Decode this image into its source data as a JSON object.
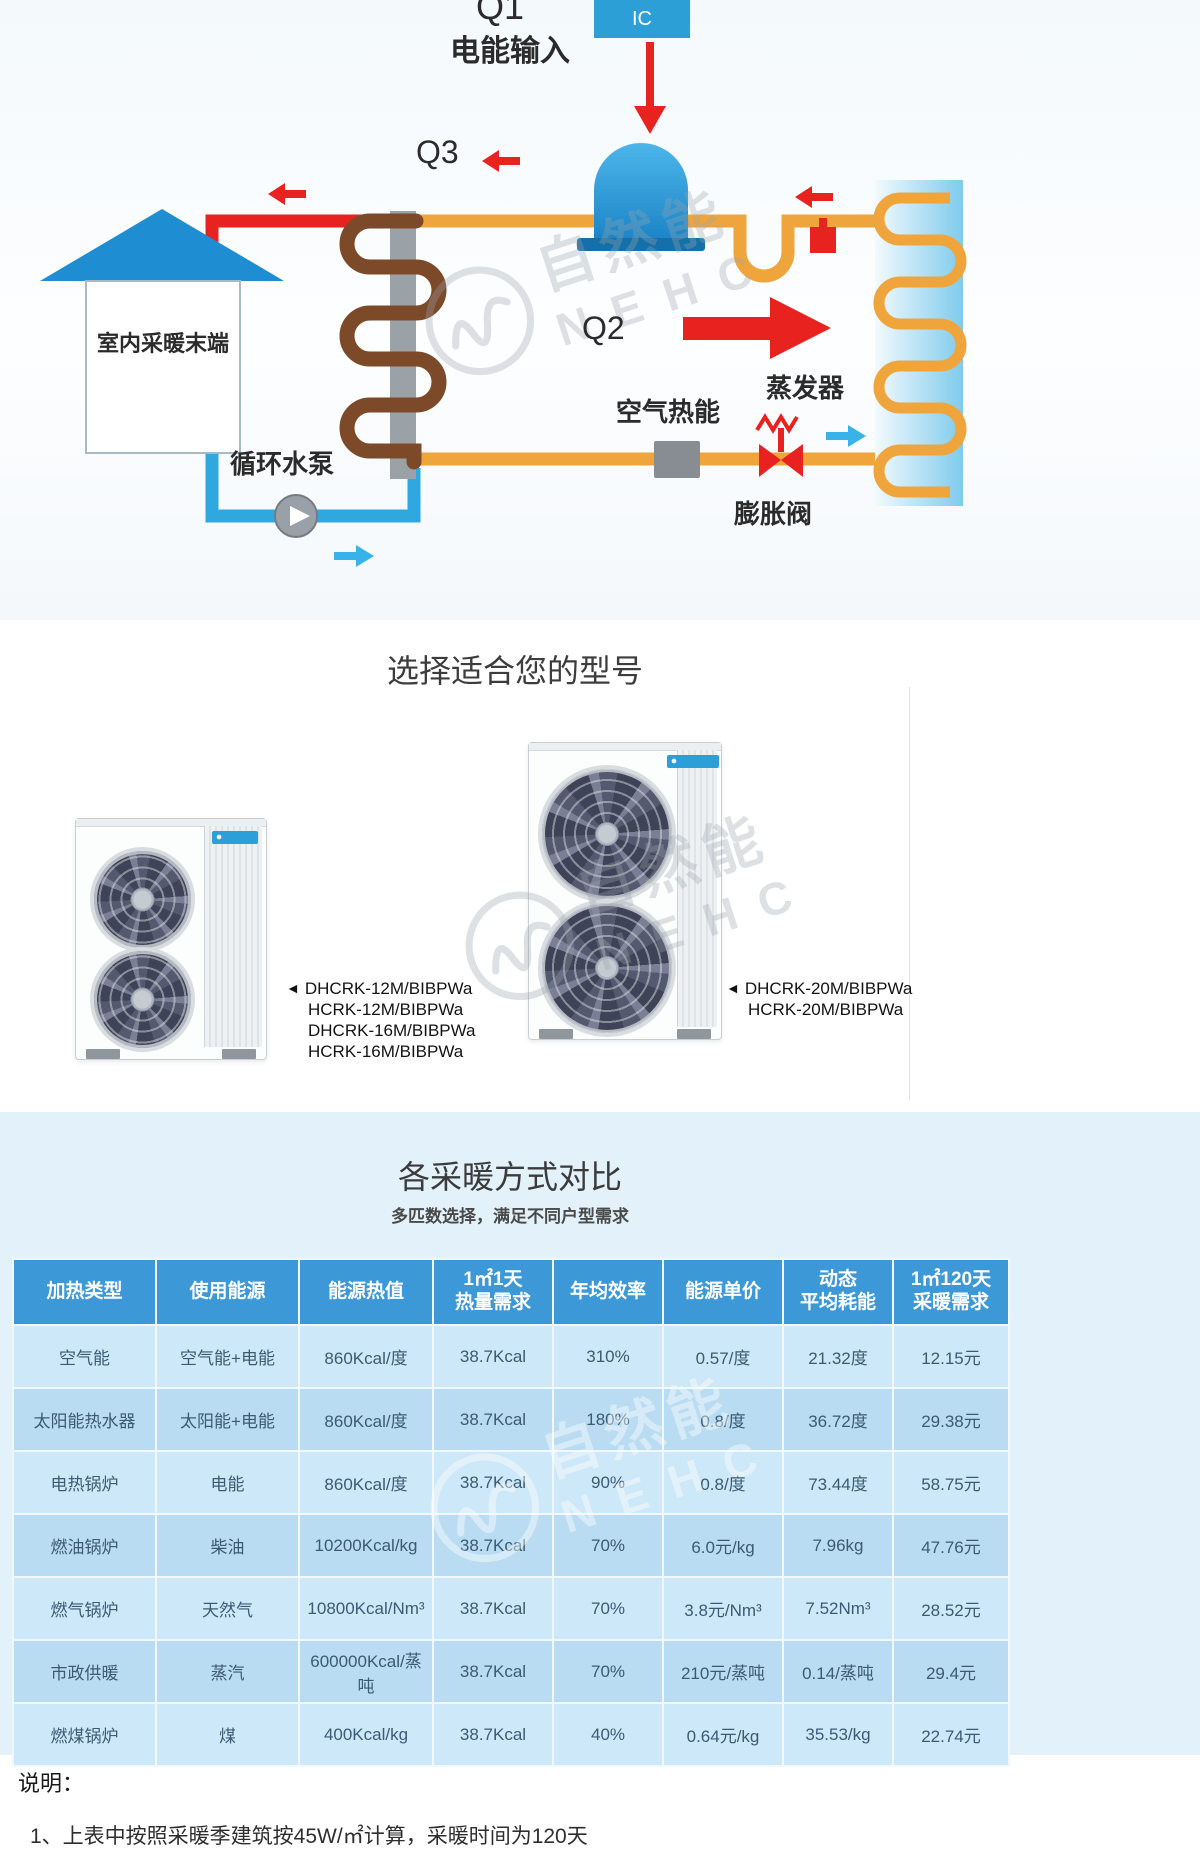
{
  "diagram": {
    "q1": "Q1",
    "power_input": "电能输入",
    "ic": "IC",
    "q3": "Q3",
    "q2": "Q2",
    "house": "室内采暖末端",
    "pump": "循环水泵",
    "evaporator": "蒸发器",
    "air_heat": "空气热能",
    "expansion_valve": "膨胀阀"
  },
  "watermark": {
    "cn": "自然能",
    "en": "NEHC"
  },
  "models": {
    "title": "选择适合您的型号",
    "pointer": "◄",
    "left_unit": [
      "DHCRK-12M/BIBPWa",
      "HCRK-12M/BIBPWa",
      "DHCRK-16M/BIBPWa",
      "HCRK-16M/BIBPWa"
    ],
    "right_unit": [
      "DHCRK-20M/BIBPWa",
      "HCRK-20M/BIBPWa"
    ]
  },
  "comparison": {
    "title": "各采暖方式对比",
    "subtitle": "多匹数选择，满足不同户型需求",
    "headers": [
      "加热类型",
      "使用能源",
      "能源热值",
      "1㎡1天\n热量需求",
      "年均效率",
      "能源单价",
      "动态\n平均耗能",
      "1㎡120天\n采暖需求"
    ],
    "rows": [
      [
        "空气能",
        "空气能+电能",
        "860Kcal/度",
        "38.7Kcal",
        "310%",
        "0.57/度",
        "21.32度",
        "12.15元"
      ],
      [
        "太阳能热水器",
        "太阳能+电能",
        "860Kcal/度",
        "38.7Kcal",
        "180%",
        "0.8/度",
        "36.72度",
        "29.38元"
      ],
      [
        "电热锅炉",
        "电能",
        "860Kcal/度",
        "38.7Kcal",
        "90%",
        "0.8/度",
        "73.44度",
        "58.75元"
      ],
      [
        "燃油锅炉",
        "柴油",
        "10200Kcal/kg",
        "38.7Kcal",
        "70%",
        "6.0元/kg",
        "7.96kg",
        "47.76元"
      ],
      [
        "燃气锅炉",
        "天然气",
        "10800Kcal/Nm³",
        "38.7Kcal",
        "70%",
        "3.8元/Nm³",
        "7.52Nm³",
        "28.52元"
      ],
      [
        "市政供暖",
        "蒸汽",
        "600000Kcal/蒸吨",
        "38.7Kcal",
        "70%",
        "210元/蒸吨",
        "0.14/蒸吨",
        "29.4元"
      ],
      [
        "燃煤锅炉",
        "煤",
        "400Kcal/kg",
        "38.7Kcal",
        "40%",
        "0.64元/kg",
        "35.53/kg",
        "22.74元"
      ]
    ]
  },
  "notes": {
    "label": "说明：",
    "item1": "1、上表中按照采暖季建筑按45W/㎡计算，采暖时间为120天"
  }
}
